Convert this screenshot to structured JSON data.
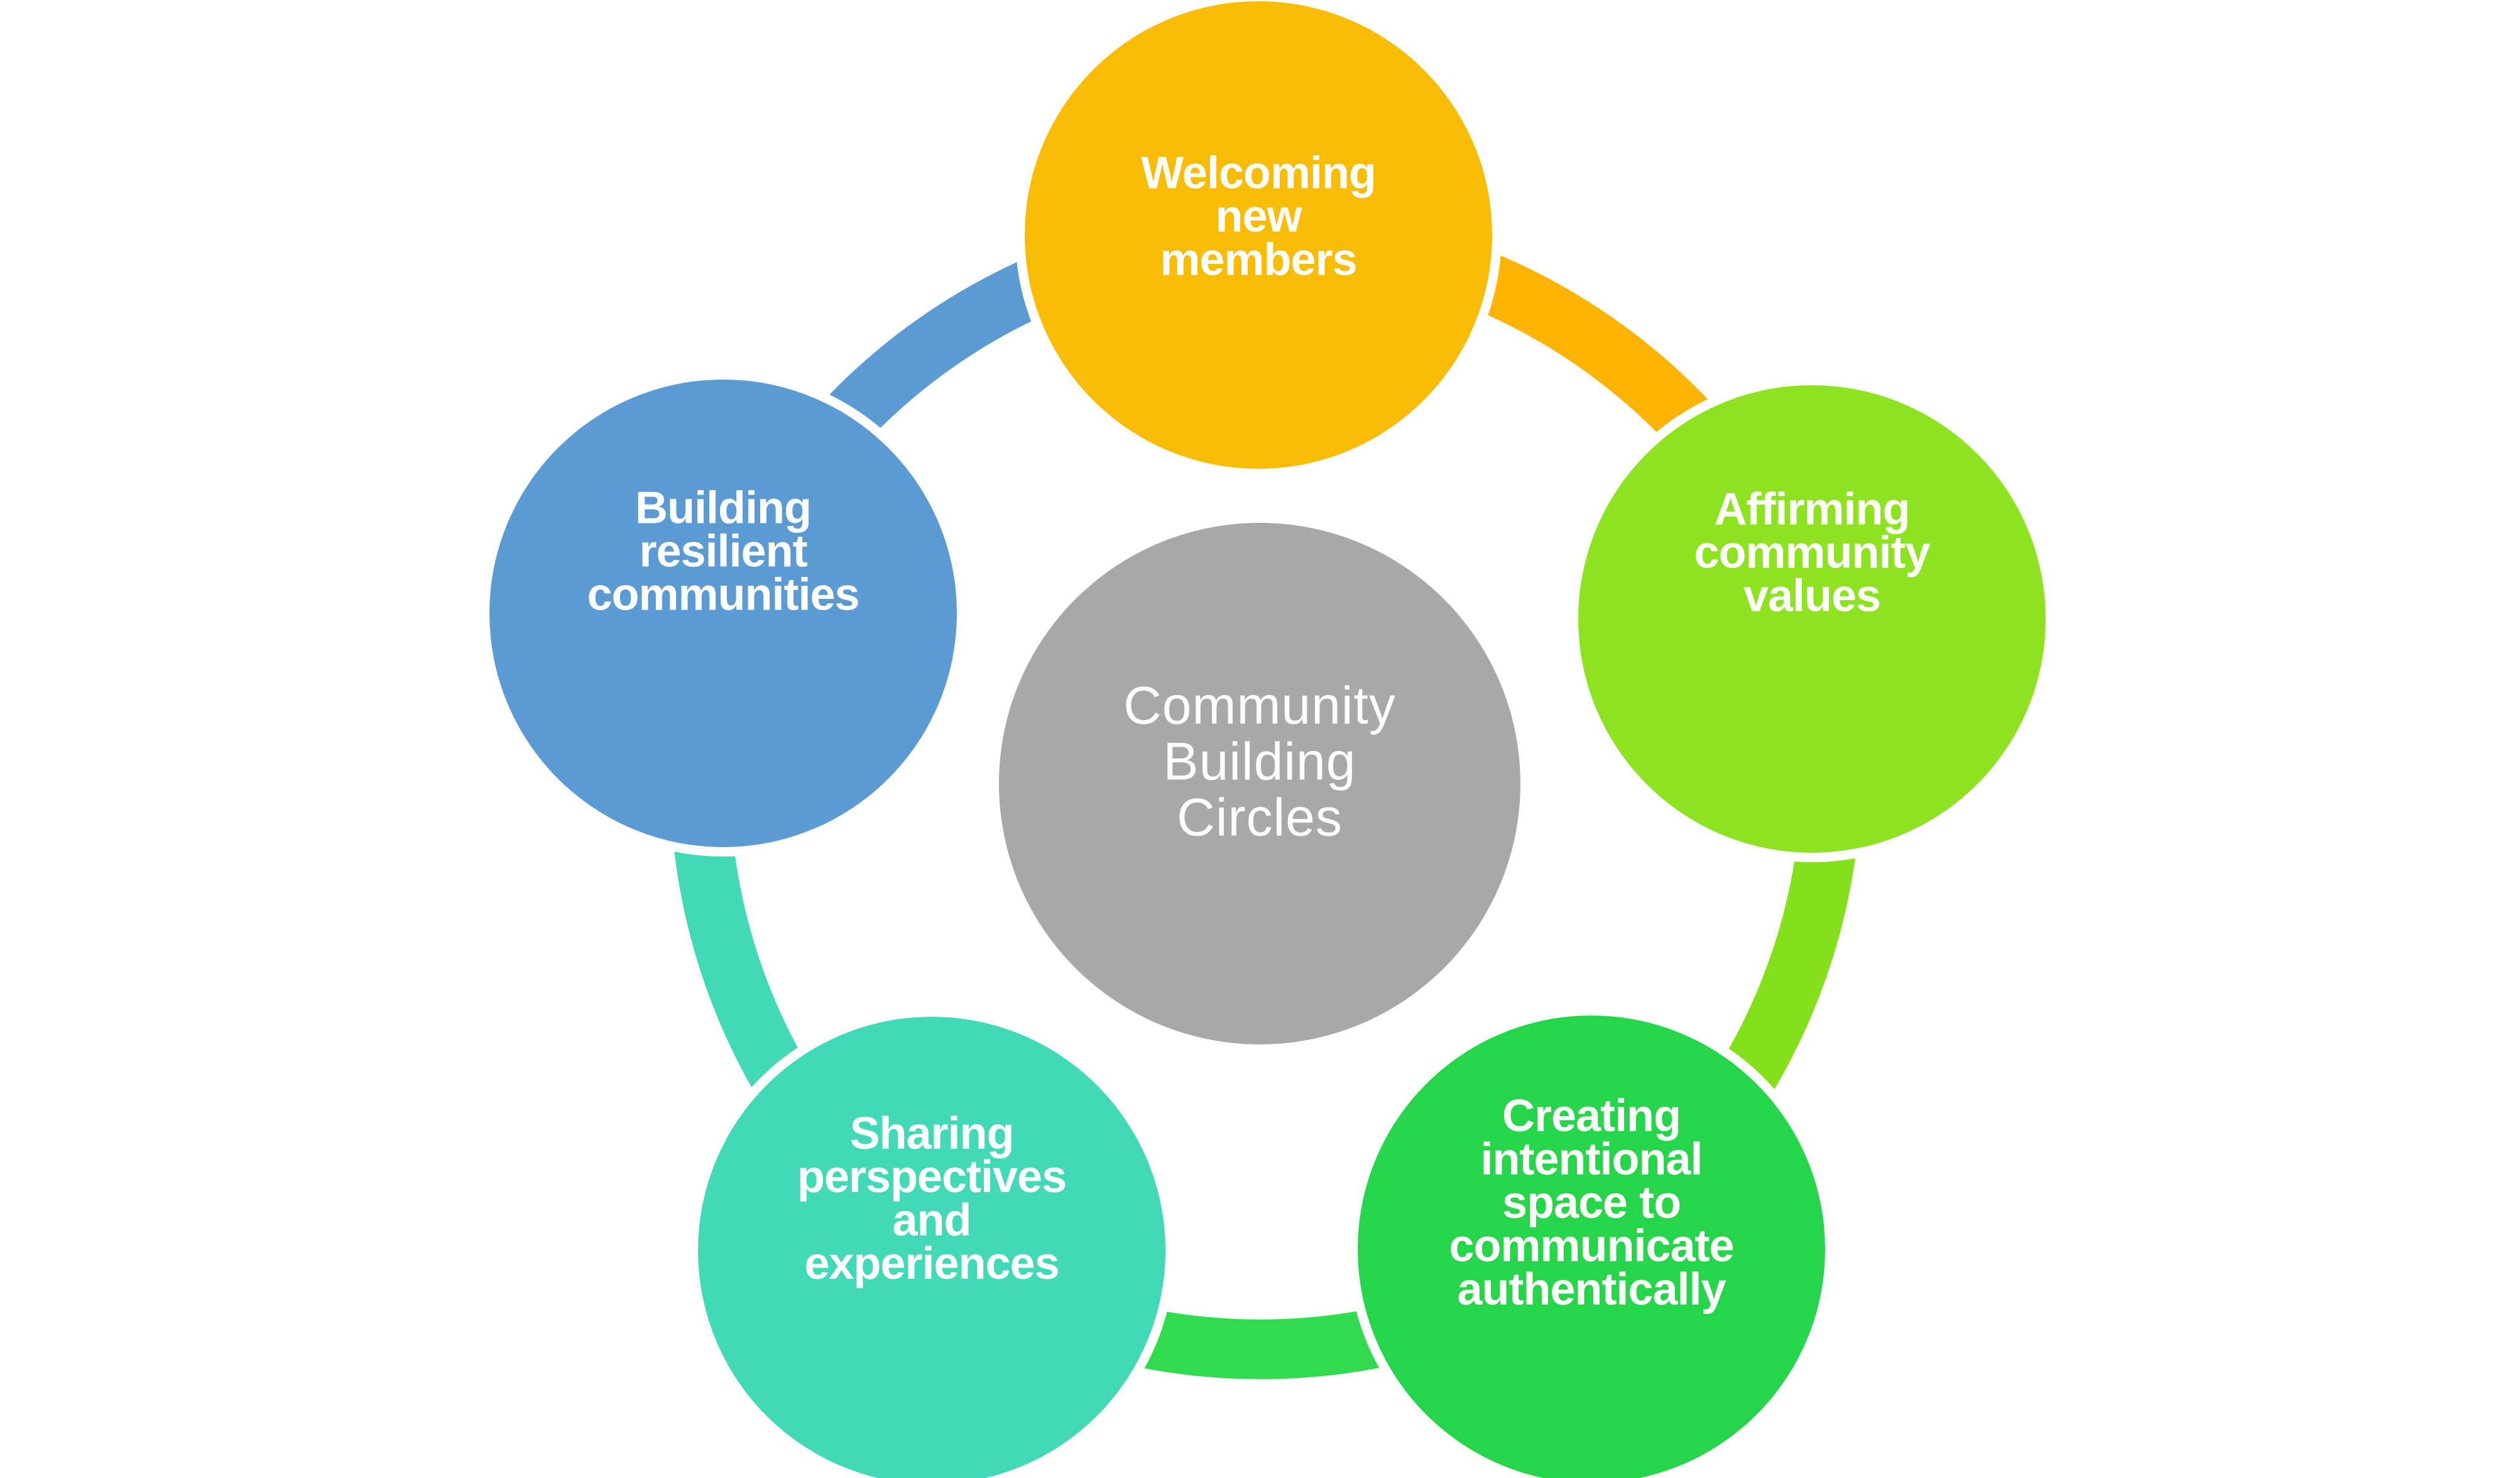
{
  "background_color": "#FFFFFF",
  "text_color": "#FFFFFF",
  "center_circle": {
    "name": "community-building-circles",
    "label": "Community\nBuilding\nCircles",
    "color": "#A8A8A8"
  },
  "nodes": [
    {
      "name": "welcoming-new-members",
      "label": "Welcoming\nnew\nmembers",
      "color": "#F8BC04"
    },
    {
      "name": "affirming-community-values",
      "label": "Affirming\ncommunity\nvalues",
      "color": "#8DE31F"
    },
    {
      "name": "creating-intentional-space",
      "label": "Creating\nintentional\nspace to\ncommunicate\nauthentically",
      "color": "#27D54A"
    },
    {
      "name": "sharing-perspectives-and-experiences",
      "label": "Sharing\nperspectives\nand\nexperiences",
      "color": "#42DAB6"
    },
    {
      "name": "building-resilient-communities",
      "label": "Building\nresilient\ncommunities",
      "color": "#5B9AD3"
    }
  ],
  "ring_segments": [
    {
      "name": "welcoming-to-affirming",
      "color": "#FFB302"
    },
    {
      "name": "affirming-to-creating",
      "color": "#85E01C"
    },
    {
      "name": "creating-to-sharing",
      "color": "#30DC4D"
    },
    {
      "name": "sharing-to-building",
      "color": "#42DAB6"
    },
    {
      "name": "building-to-welcoming",
      "color": "#5B9AD3"
    }
  ]
}
